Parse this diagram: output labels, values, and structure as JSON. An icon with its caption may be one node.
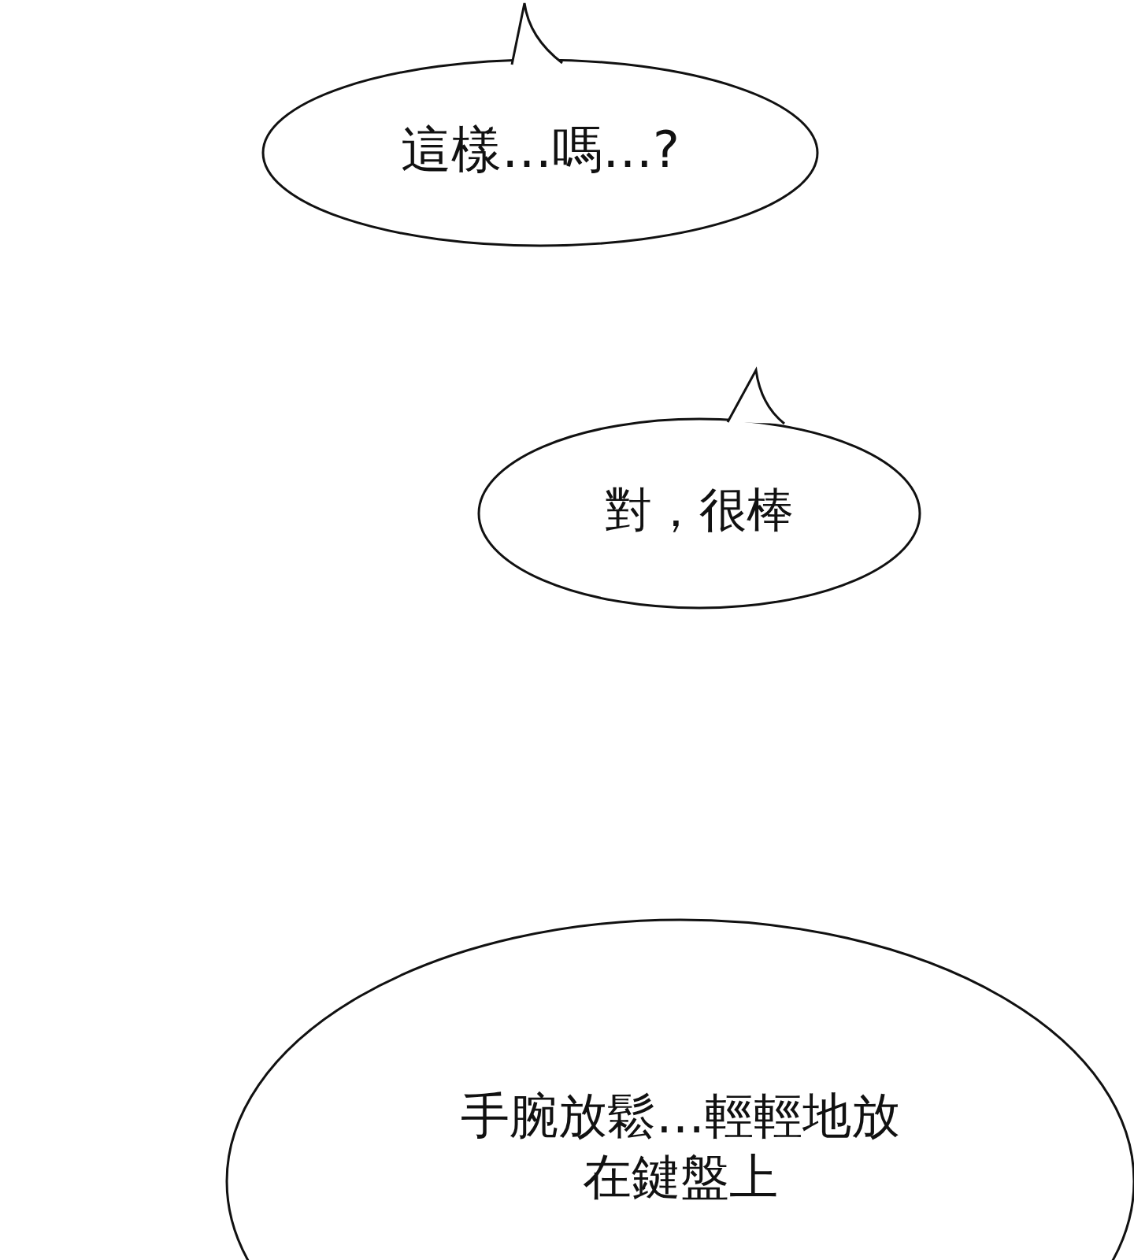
{
  "diagram": {
    "nodes": [
      {
        "text": [
          "這樣…嗎…?"
        ]
      },
      {
        "text": [
          "對，很棒"
        ]
      },
      {
        "text": [
          "手腕放鬆…輕輕地放在鍵盤上"
        ]
      }
    ]
  }
}
